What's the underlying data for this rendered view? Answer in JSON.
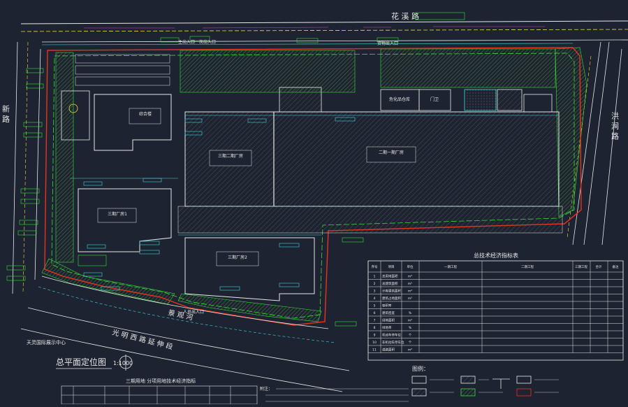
{
  "drawing": {
    "road_north": "花 溪 路",
    "road_east": "洪 涧 路",
    "road_west": "新 路",
    "road_south": "光 明 西 路 延 伸 段",
    "river": "景 观 河",
    "district_center": "天灵国际展示中心",
    "plan_title": "总平面定位图",
    "plan_scale": "1:1000",
    "note_label": "附注：",
    "legend_title": "图例：",
    "table_title": "总技术经济指标表",
    "lower_table_title": "三期用地  分项用地技术经济指标"
  },
  "buildings": [
    {
      "label": "综合楼"
    },
    {
      "label": "三期二期厂房"
    },
    {
      "label": "二期一期厂房"
    },
    {
      "label": "三期厂房1"
    },
    {
      "label": "三期厂房2"
    },
    {
      "label": "危化品仓库"
    },
    {
      "label": "门卫"
    }
  ],
  "entrances": [
    {
      "label": "主出入口"
    },
    {
      "label": "次出入口"
    },
    {
      "label": "货物出入口"
    },
    {
      "label": "人员出入口"
    }
  ],
  "tech_table": {
    "headers": [
      "序号",
      "项目",
      "单位",
      "一期工程",
      "二期工程",
      "三期工程",
      "合计",
      "备注"
    ],
    "rows": [
      {
        "no": "1",
        "item": "总用地面积",
        "unit": "m²"
      },
      {
        "no": "2",
        "item": "总建筑面积",
        "unit": "m²"
      },
      {
        "no": "3",
        "item": "计容建筑面积",
        "unit": "m²"
      },
      {
        "no": "4",
        "item": "建筑占地面积",
        "unit": "m²"
      },
      {
        "no": "5",
        "item": "容积率",
        "unit": ""
      },
      {
        "no": "6",
        "item": "建筑密度",
        "unit": "%"
      },
      {
        "no": "7",
        "item": "绿地面积",
        "unit": "m²"
      },
      {
        "no": "8",
        "item": "绿地率",
        "unit": "%"
      },
      {
        "no": "9",
        "item": "机动车停车位",
        "unit": "个"
      },
      {
        "no": "10",
        "item": "非机动车停车位",
        "unit": "个"
      },
      {
        "no": "11",
        "item": "道路面积",
        "unit": "m²"
      }
    ]
  },
  "colors": {
    "background": "#1d2330",
    "boundary_red": "#e8321e",
    "green_line": "#38e03a",
    "cyan_line": "#3fd8e0",
    "yellow_line": "#f0e23a",
    "white_line": "#e8e8e8",
    "magenta": "#e23ad8",
    "lawn": "#3d5a3a"
  }
}
